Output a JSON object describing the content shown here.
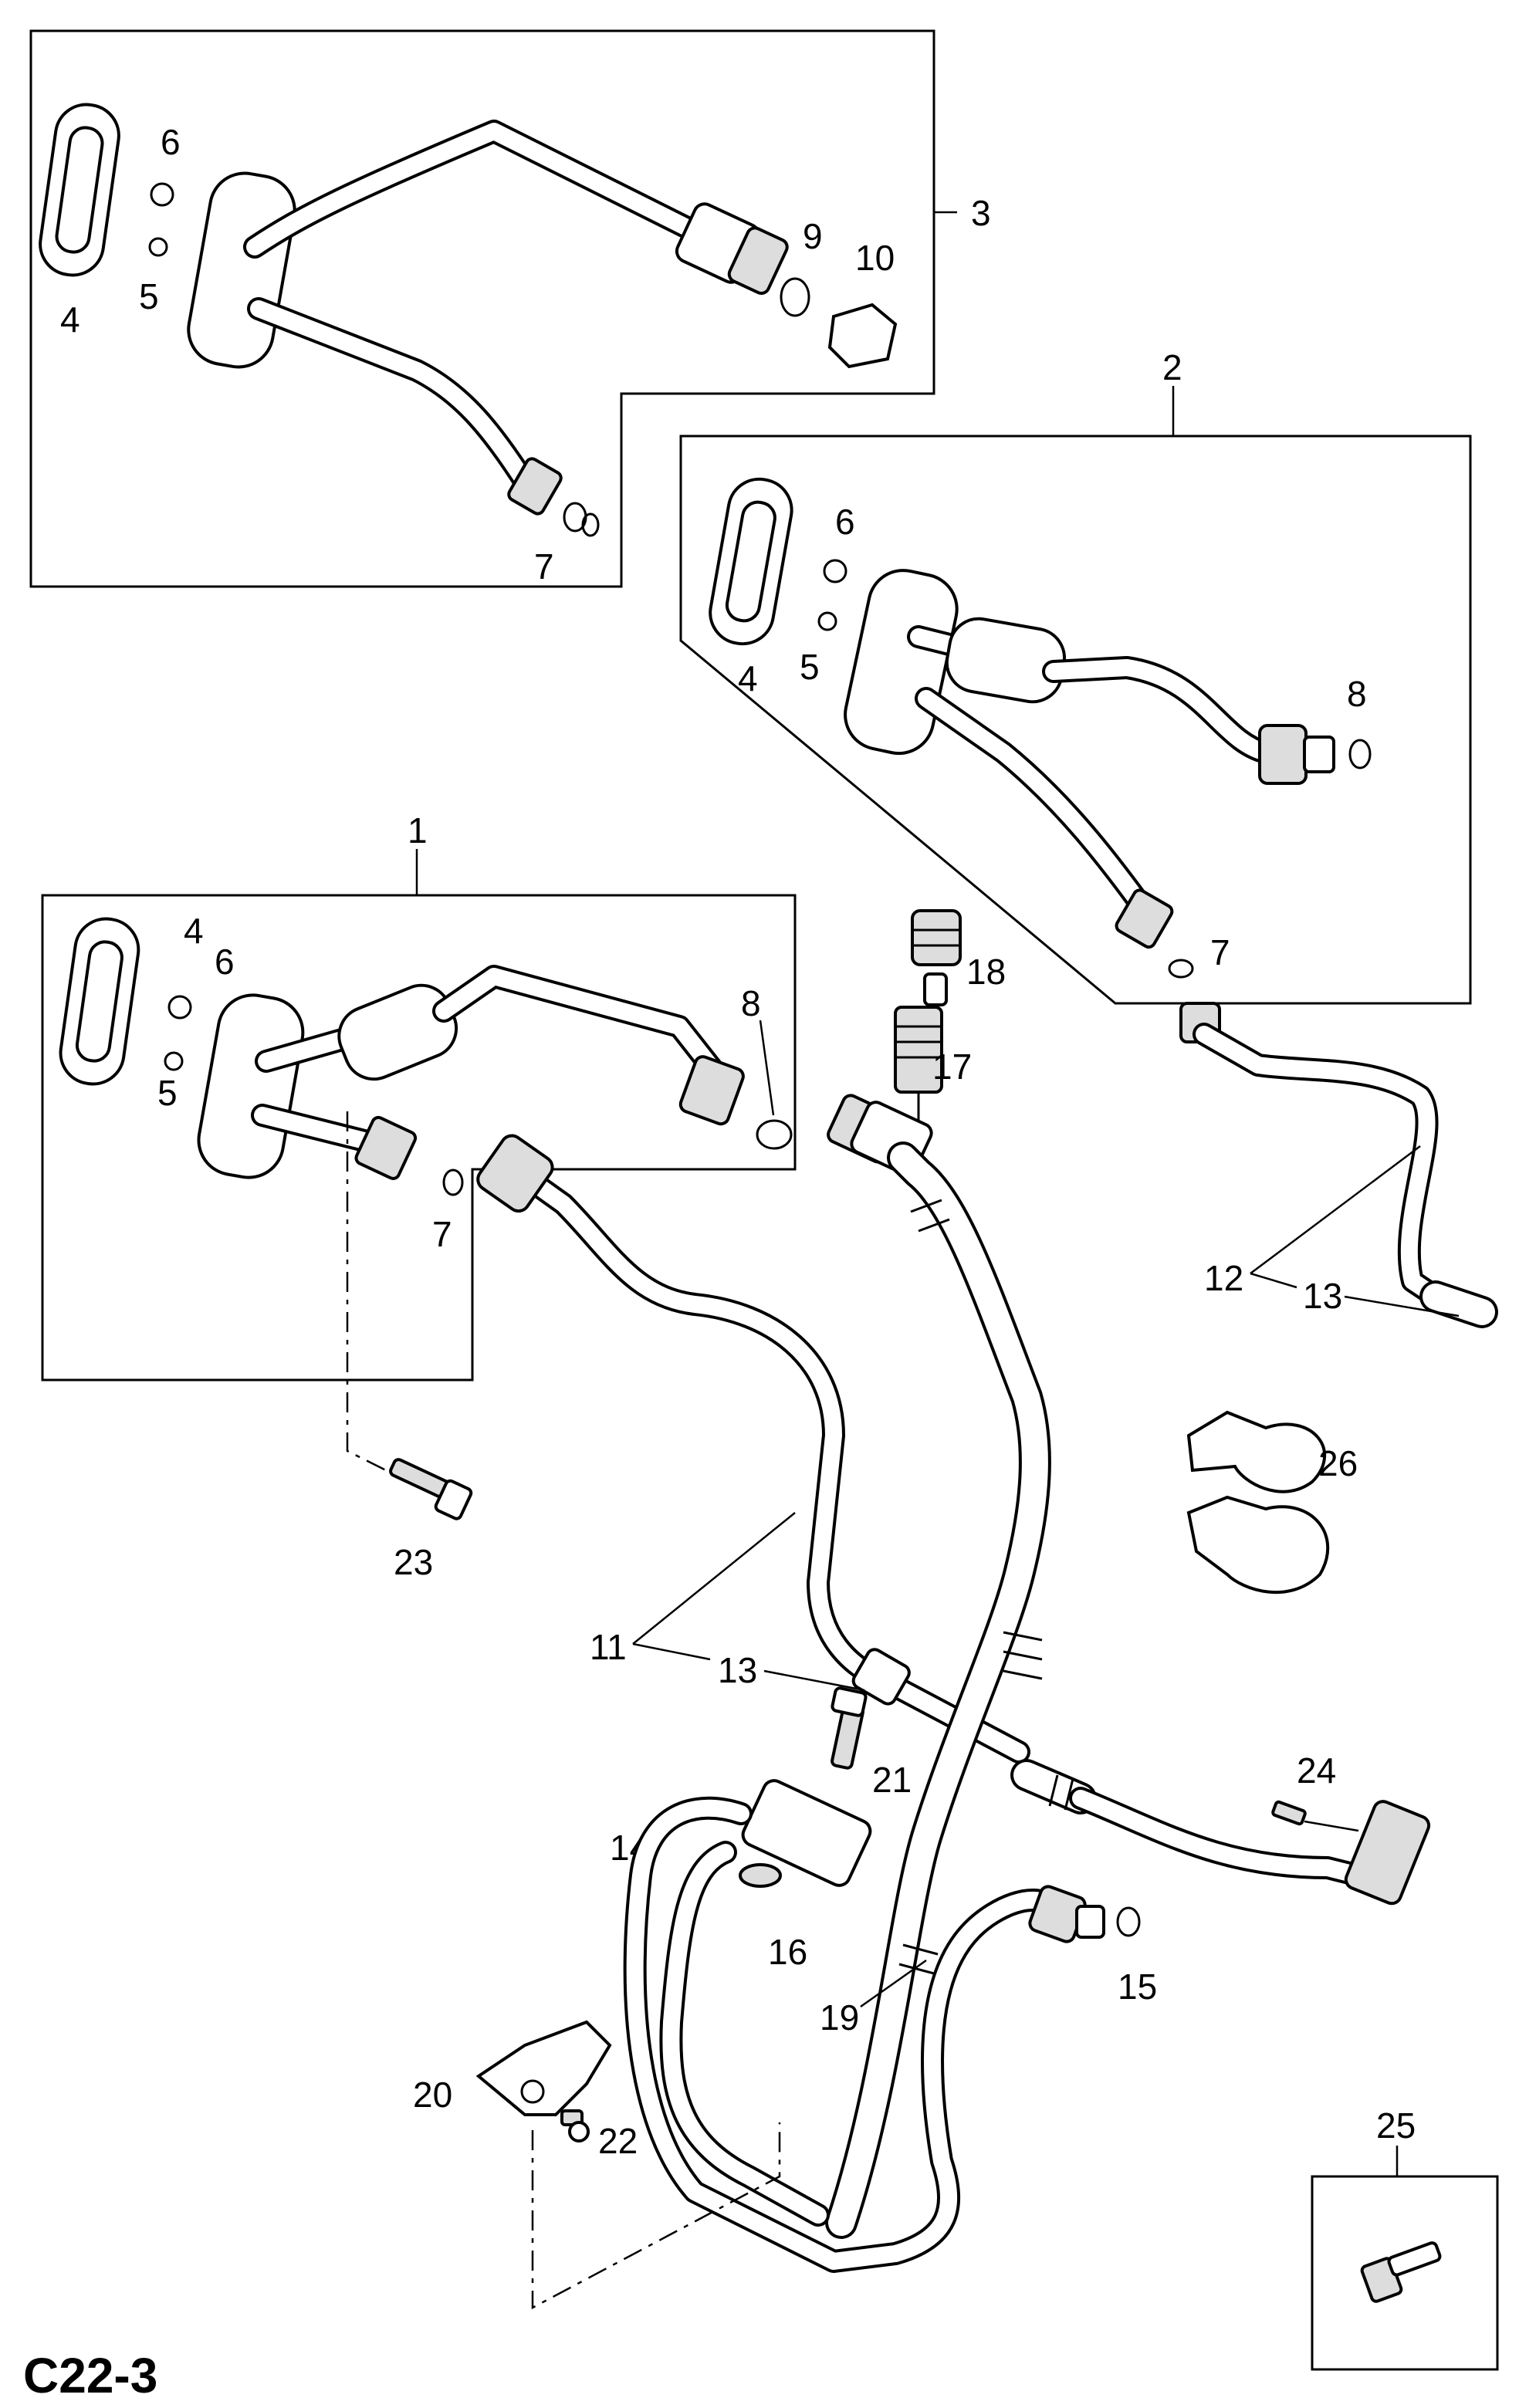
{
  "diagram": {
    "code": "C22-3",
    "callouts": {
      "n1": "1",
      "n2": "2",
      "n3": "3",
      "n4a": "4",
      "n5a": "5",
      "n6a": "6",
      "n7a": "7",
      "n9": "9",
      "n10": "10",
      "n4b": "4",
      "n5b": "5",
      "n6b": "6",
      "n7b": "7",
      "n8b": "8",
      "n4c": "4",
      "n5c": "5",
      "n6c": "6",
      "n7c": "7",
      "n8c": "8",
      "n11": "11",
      "n12": "12",
      "n13a": "13",
      "n13b": "13",
      "n14": "14",
      "n15": "15",
      "n16": "16",
      "n17": "17",
      "n18": "18",
      "n19": "19",
      "n20": "20",
      "n21": "21",
      "n22": "22",
      "n23": "23",
      "n24": "24",
      "n25": "25",
      "n26": "26"
    }
  }
}
